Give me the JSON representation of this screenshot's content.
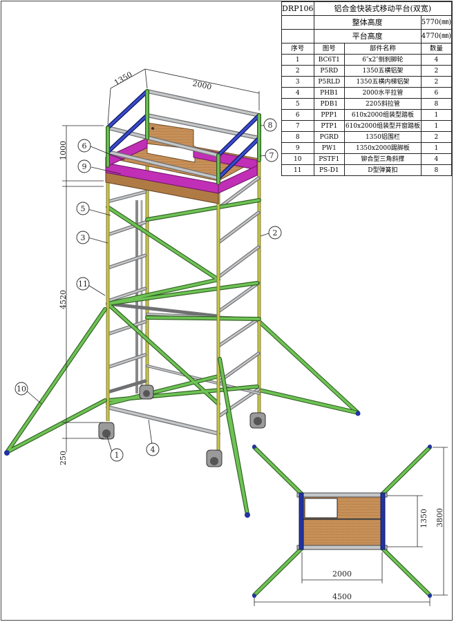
{
  "model": "DRP106",
  "product_title": "铝合金快装式移动平台(双宽)",
  "overall_height_label": "整体高度",
  "overall_height_value": "5770(㎜)",
  "platform_height_label": "平台高度",
  "platform_height_value": "4770(㎜)",
  "columns": [
    "序号",
    "图号",
    "部件名称",
    "数量"
  ],
  "parts": [
    {
      "no": "1",
      "code": "BC6T1",
      "name": "6″x2″侧刹脚轮",
      "qty": "4"
    },
    {
      "no": "2",
      "code": "P5RD",
      "name": "1350五横铝架",
      "qty": "2"
    },
    {
      "no": "3",
      "code": "P5RLD",
      "name": "1350五横内梯铝架",
      "qty": "2"
    },
    {
      "no": "4",
      "code": "PHB1",
      "name": "2000水平拉管",
      "qty": "6"
    },
    {
      "no": "5",
      "code": "PDB1",
      "name": "2205斜拉管",
      "qty": "8"
    },
    {
      "no": "6",
      "code": "PPP1",
      "name": "610x2000组装型踏板",
      "qty": "1"
    },
    {
      "no": "7",
      "code": "PTP1",
      "name": "610x2000组装型开窗踏板",
      "qty": "1"
    },
    {
      "no": "8",
      "code": "PGRD",
      "name": "1350铝围栏",
      "qty": "2"
    },
    {
      "no": "9",
      "code": "PW1",
      "name": "1350x2000踢脚板",
      "qty": "1"
    },
    {
      "no": "10",
      "code": "PSTF1",
      "name": "铆合型三角斜撑",
      "qty": "4"
    },
    {
      "no": "11",
      "code": "PS-D1",
      "name": "D型弹簧扣",
      "qty": "8"
    }
  ],
  "dimensions": {
    "top_width": "1350",
    "top_length": "2000",
    "guardrail_height": "1000",
    "frame_height": "4520",
    "base_height": "250",
    "plan_width": "1350",
    "plan_length": "2000",
    "plan_total_length": "4500",
    "plan_total_width": "3800"
  },
  "callouts": [
    "1",
    "2",
    "3",
    "4",
    "5",
    "6",
    "7",
    "8",
    "9",
    "10",
    "11"
  ],
  "colors": {
    "upright": "#c9c44a",
    "rung": "#a8aaac",
    "brace": "#6ec255",
    "rail": "#2233a0",
    "toeboard": "#c02fb5",
    "deck": "#c8915a"
  }
}
